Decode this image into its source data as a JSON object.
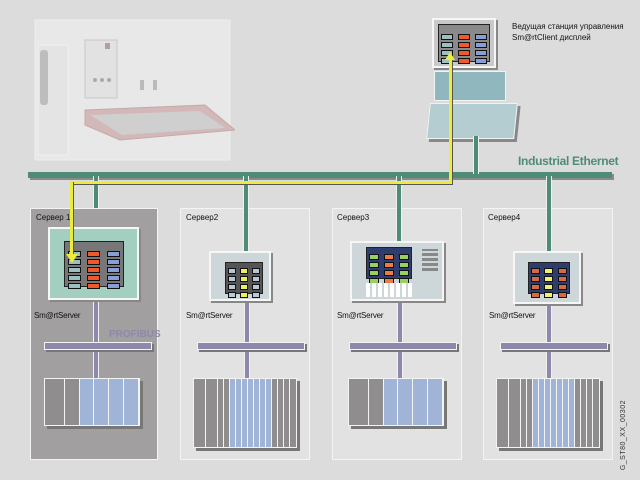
{
  "network": {
    "ethernet_label": "Industrial Ethernet",
    "profibus_label": "PROFIBUS"
  },
  "workstation": {
    "description_line1": "Ведущая станция управления",
    "description_line2": "Sm@rtClient дисплей"
  },
  "servers": [
    {
      "title": "Сервер 1",
      "label": "Sm@rtServer",
      "highlighted": true
    },
    {
      "title": "Сервер2",
      "label": "Sm@rtServer",
      "highlighted": false
    },
    {
      "title": "Сервер3",
      "label": "Sm@rtServer",
      "highlighted": false
    },
    {
      "title": "Сервер4",
      "label": "Sm@rtServer",
      "highlighted": false
    }
  ],
  "colors": {
    "ethernet": "#4e8c76",
    "profibus": "#8e88ad",
    "smartclient_link": "#ecec3a",
    "server_highlight": "#a19fa0"
  },
  "figure_code": "G_ST80_XX_00302"
}
